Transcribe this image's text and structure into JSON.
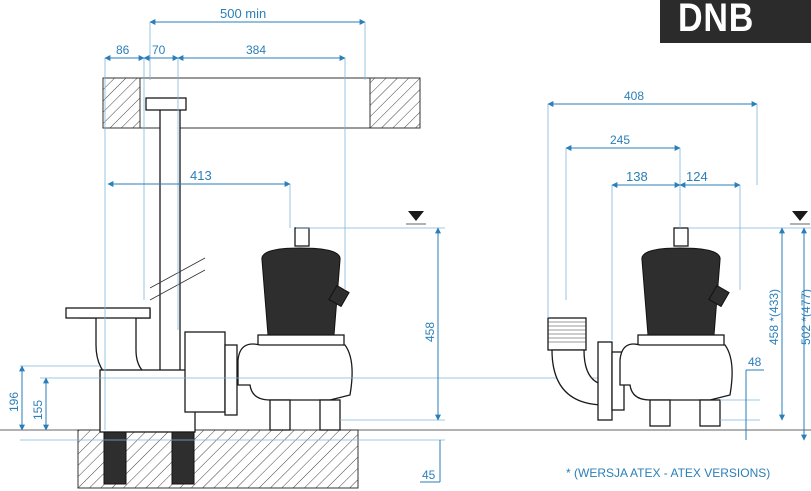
{
  "brand": {
    "logo_text": "DNB"
  },
  "left_view": {
    "dims": {
      "min_distance": "500 min",
      "d86": "86",
      "d70": "70",
      "d384": "384",
      "d413": "413",
      "d458": "458",
      "d196": "196",
      "d155": "155",
      "d45": "45"
    }
  },
  "right_view": {
    "dims": {
      "d408": "408",
      "d245": "245",
      "d138": "138",
      "d124": "124",
      "d48": "48",
      "d458_atex": "458  *(433)",
      "d502_atex": "502  *(477)"
    }
  },
  "footnote": "* (WERSJA ATEX - ATEX VERSIONS)",
  "colors": {
    "dimension": "#2a7fb8",
    "logo_bg": "#2b2b2b",
    "outline": "#1a1a1a"
  }
}
